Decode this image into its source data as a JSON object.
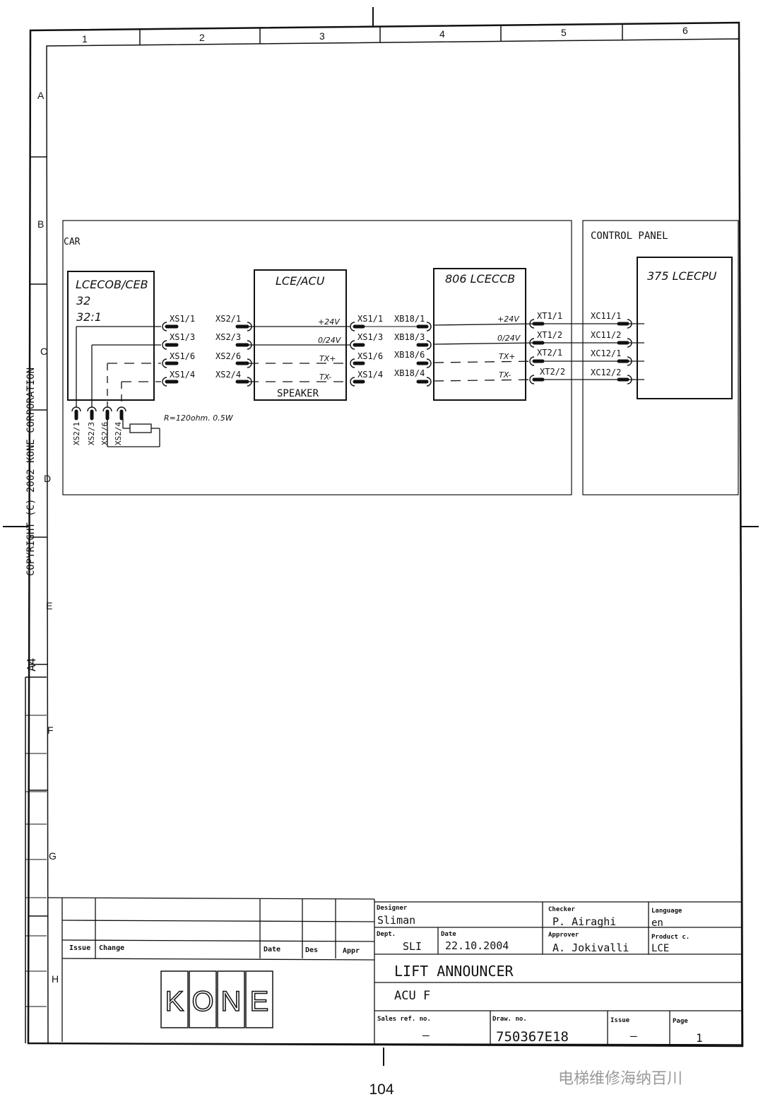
{
  "frame": {
    "columns": [
      "1",
      "2",
      "3",
      "4",
      "5",
      "6"
    ],
    "rows": [
      "A",
      "B",
      "C",
      "D",
      "E",
      "F",
      "G",
      "H"
    ],
    "copyright": "COPYRIGHT (C) 2002 KONE CORPORATION",
    "paper_size": "A4"
  },
  "diagram": {
    "car_label": "CAR",
    "control_panel_label": "CONTROL PANEL",
    "box_lcecob": {
      "title": "LCECOB/CEB",
      "line2": "32",
      "line3": "32:1"
    },
    "box_acu": {
      "title": "LCE/ACU",
      "sub": "SPEAKER"
    },
    "box_lceccb": {
      "title": "806 LCECCB"
    },
    "box_lcecpu": {
      "title": "375 LCECPU"
    },
    "conn_left": [
      "XS1/1",
      "XS1/3",
      "XS1/6",
      "XS1/4"
    ],
    "conn_acu_in": [
      "XS2/1",
      "XS2/3",
      "XS2/6",
      "XS2/4"
    ],
    "signals": [
      "+24V",
      "0/24V",
      "TX+",
      "TX-"
    ],
    "conn_ccb_in_a": [
      "XS1/1",
      "XS1/3",
      "XS1/6",
      "XS1/4"
    ],
    "conn_ccb_in_b": [
      "XB18/1",
      "XB18/3",
      "XB18/6",
      "XB18/4"
    ],
    "conn_xt": [
      "XT1/1",
      "XT1/2",
      "XT2/1",
      "XT2/2"
    ],
    "conn_xc": [
      "XC11/1",
      "XC11/2",
      "XC12/1",
      "XC12/2"
    ],
    "bottom_plugs": [
      "XS2/1",
      "XS2/3",
      "XS2/6",
      "XS2/4"
    ],
    "resistor_label": "R=120ohm. 0.5W"
  },
  "title_block": {
    "rev_headers": {
      "issue": "Issue",
      "change": "Change",
      "date": "Date",
      "des": "Des",
      "appr": "Appr"
    },
    "logo": [
      "K",
      "O",
      "N",
      "E"
    ],
    "designer_label": "Designer",
    "designer": "Sliman",
    "checker_label": "Checker",
    "checker": "P. Airaghi",
    "language_label": "Language",
    "language": "en",
    "dept_label": "Dept.",
    "dept": "SLI",
    "date_label": "Date",
    "date": "22.10.2004",
    "approver_label": "Approver",
    "approver": "A. Jokivalli",
    "product_label": "Product c.",
    "product": "LCE",
    "title1": "LIFT ANNOUNCER",
    "title2": "ACU F",
    "sales_label": "Sales ref. no.",
    "sales": "–",
    "draw_label": "Draw. no.",
    "draw_no": "750367E18",
    "issue_label": "Issue",
    "issue": "–",
    "page_label": "Page",
    "page": "1"
  },
  "page_number": "104",
  "watermark": "电梯维修海纳百川"
}
